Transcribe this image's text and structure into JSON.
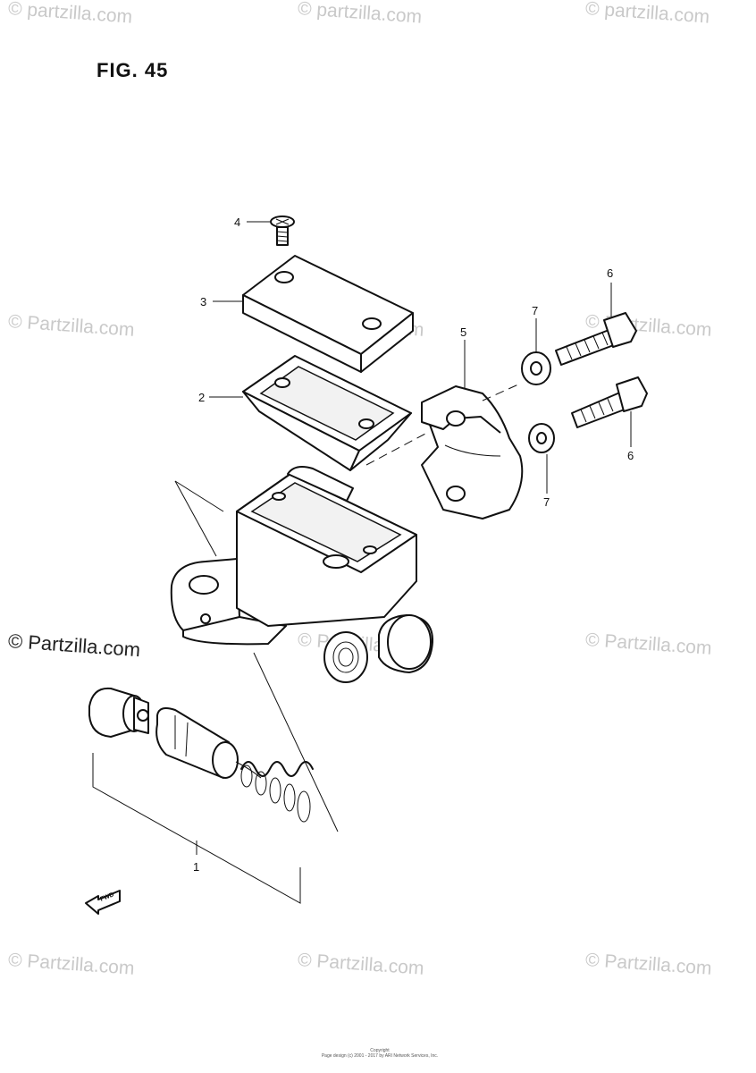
{
  "figure": {
    "title": "FIG. 45"
  },
  "watermark": {
    "text": "© Partzilla.com",
    "text_short": "© partzilla.com",
    "color": "#c9c9c9"
  },
  "callouts": [
    {
      "label": "1"
    },
    {
      "label": "2"
    },
    {
      "label": "3"
    },
    {
      "label": "4"
    },
    {
      "label": "5"
    },
    {
      "label": "6"
    },
    {
      "label": "6"
    },
    {
      "label": "7"
    },
    {
      "label": "7"
    }
  ],
  "fwd_label": "FWD",
  "footer": {
    "line1": "Copyright",
    "line2": "Page design (c) 2001 - 2017 by ARI Network Services, Inc."
  }
}
